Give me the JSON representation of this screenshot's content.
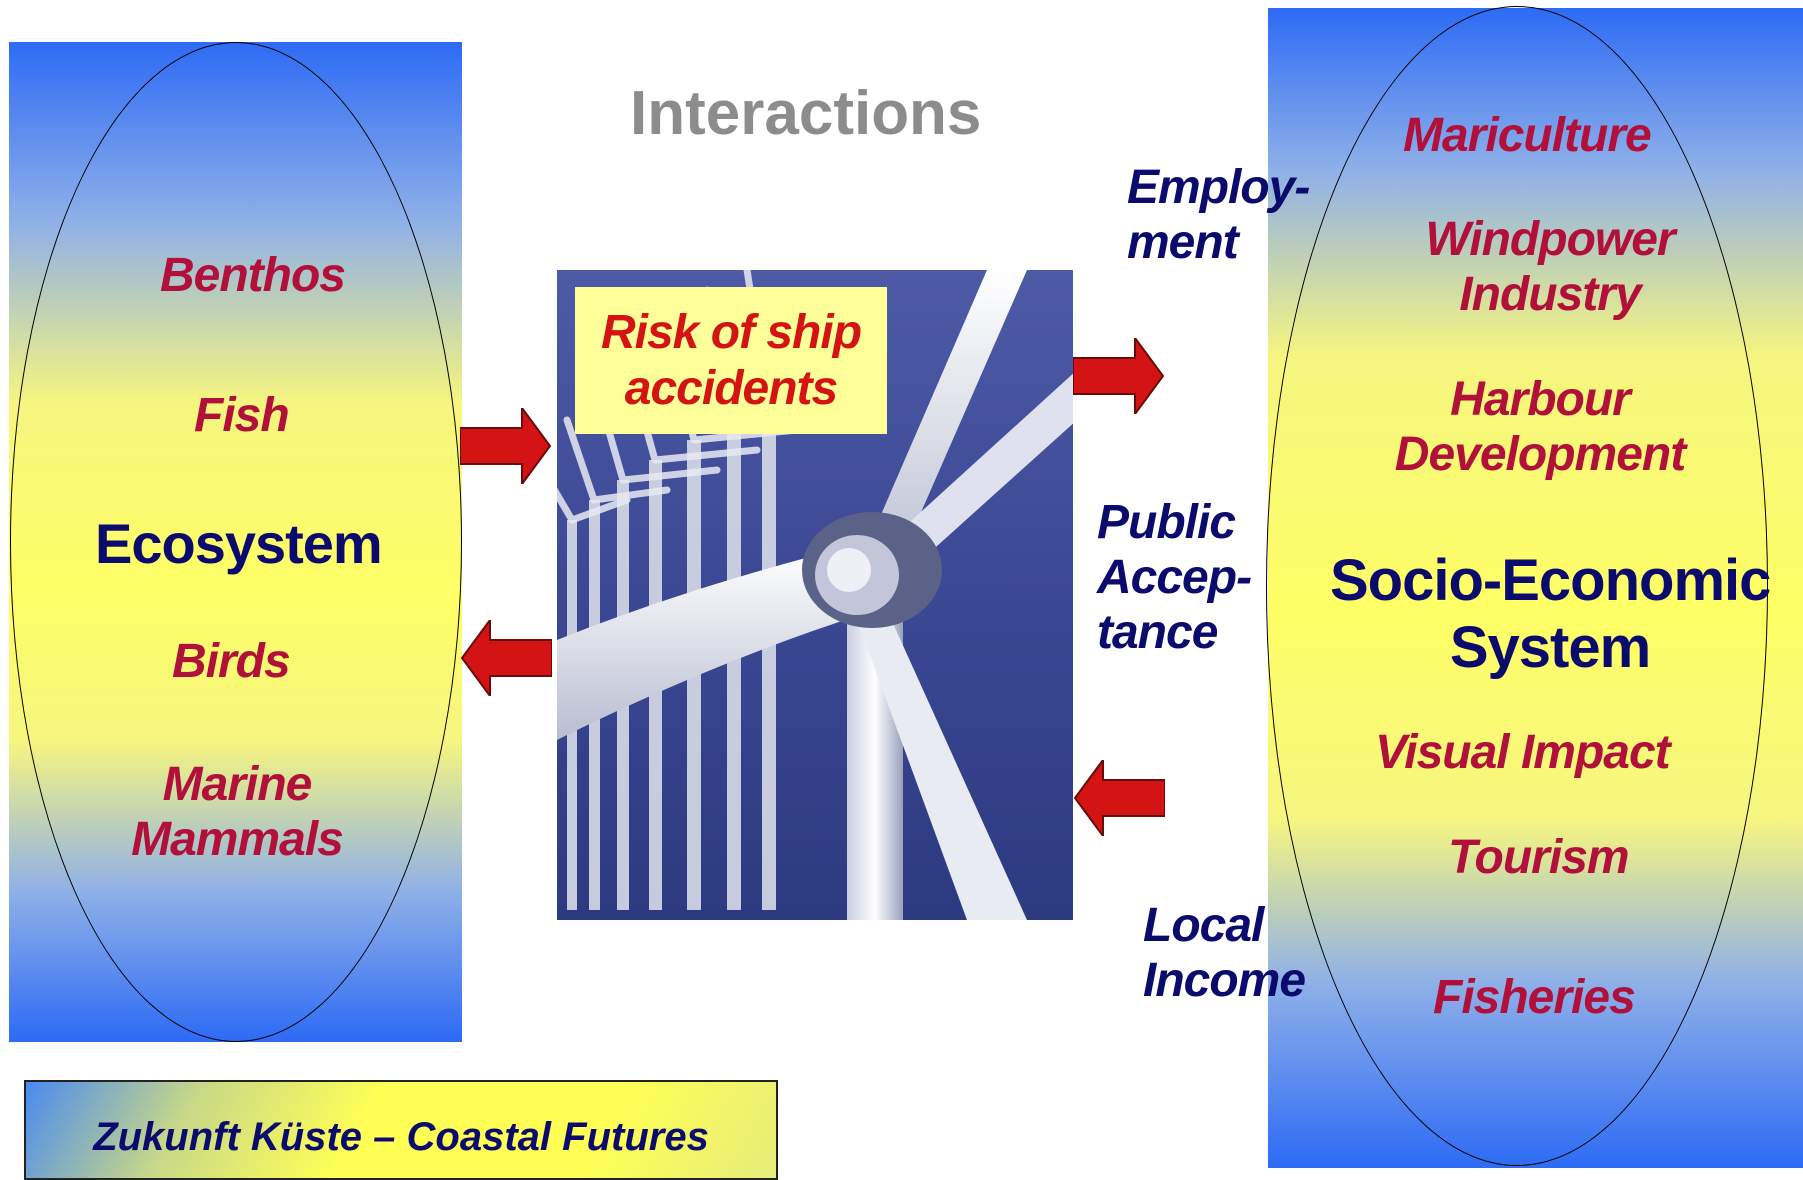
{
  "title": "Interactions",
  "ecosystem": {
    "heading": "Ecosystem",
    "items": [
      "Benthos",
      "Fish",
      "Birds",
      "Marine\nMammals"
    ]
  },
  "socio_economic": {
    "heading_line1": "Socio-Economic",
    "heading_line2": "System",
    "items": [
      "Mariculture",
      "Windpower\nIndustry",
      "Harbour\nDevelopment",
      "Visual Impact",
      "Tourism",
      "Fisheries"
    ]
  },
  "interactions": {
    "employment": "Employ-\nment",
    "public_acceptance": "Public\nAccep-\ntance",
    "local_income": "Local\nIncome"
  },
  "center": {
    "risk_label": "Risk of ship\naccidents",
    "photo": "offshore-wind-turbines-photo"
  },
  "footer": "Zukunft Küste – Coastal Futures",
  "colors": {
    "item_red": "#b0103a",
    "heading_navy": "#0b0b6e",
    "arrow_red": "#d41414",
    "panel_blue": "#2d6bf5",
    "panel_yellow": "#ffff66"
  }
}
